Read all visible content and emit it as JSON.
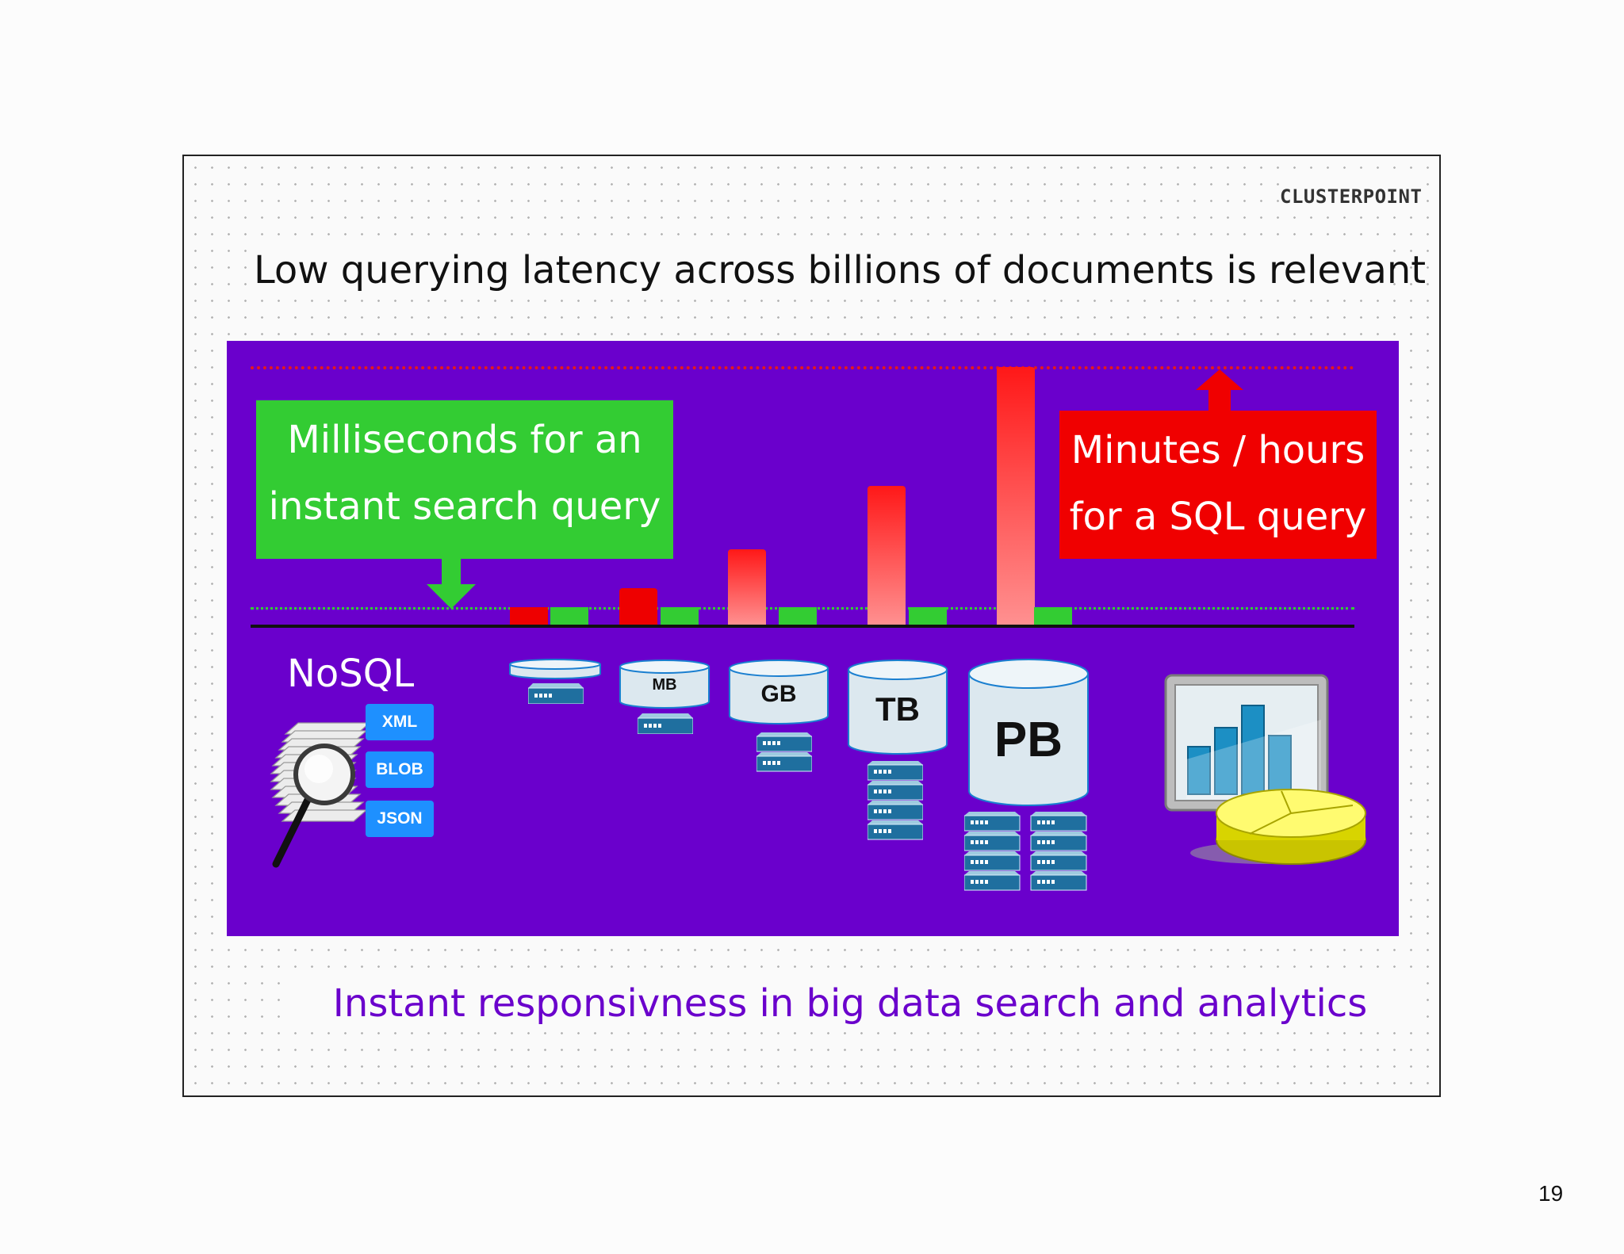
{
  "brand": {
    "logo_text": "CLUSTERPOINT"
  },
  "title": "Low querying latency across billions of documents is relevant",
  "callouts": {
    "green": {
      "line1": "Milliseconds for an",
      "line2": "instant search query",
      "color": "#33cc33"
    },
    "red": {
      "line1": "Minutes / hours",
      "line2": "for a SQL query",
      "color": "#f00000"
    }
  },
  "nosql_label": "NoSQL",
  "document_types": [
    "XML",
    "BLOB",
    "JSON"
  ],
  "storage_sizes": [
    "MB",
    "GB",
    "TB",
    "PB"
  ],
  "subtitle": "Instant responsivness in big data search and analytics",
  "page_number": "19",
  "colors": {
    "panel": "#6a00cc",
    "sql": "#f00000",
    "nosql": "#33cc33",
    "subtitle": "#6a00cc"
  },
  "icons": [
    "document-search-icon",
    "database-icon",
    "server-icon",
    "analytics-icon",
    "arrow-down-icon",
    "arrow-up-icon"
  ]
}
